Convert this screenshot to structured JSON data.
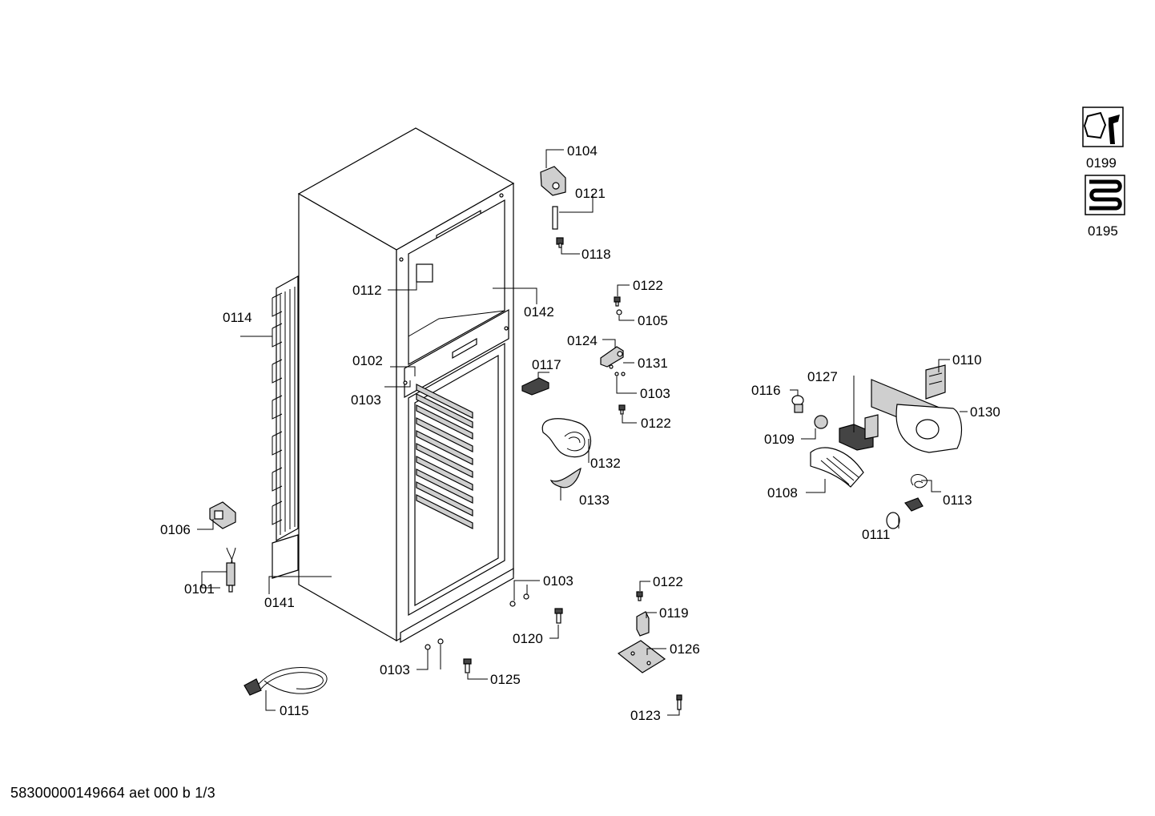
{
  "diagram": {
    "part_labels": {
      "p0104": "0104",
      "p0121": "0121",
      "p0118": "0118",
      "p0112": "0112",
      "p0142": "0142",
      "p0114": "0114",
      "p0122a": "0122",
      "p0105": "0105",
      "p0124": "0124",
      "p0131": "0131",
      "p0103a": "0103",
      "p0122b": "0122",
      "p0102": "0102",
      "p0103b": "0103",
      "p0117": "0117",
      "p0132": "0132",
      "p0133": "0133",
      "p0106": "0106",
      "p0101": "0101",
      "p0141": "0141",
      "p0103c": "0103",
      "p0120": "0120",
      "p0103d": "0103",
      "p0125": "0125",
      "p0122c": "0122",
      "p0119": "0119",
      "p0126": "0126",
      "p0123": "0123",
      "p0115": "0115",
      "p0110": "0110",
      "p0127": "0127",
      "p0116": "0116",
      "p0130": "0130",
      "p0109": "0109",
      "p0108": "0108",
      "p0113": "0113",
      "p0111": "0111"
    },
    "icons": {
      "tools_icon": "tools-icon",
      "tools_label": "0199",
      "coil_icon": "coil-icon",
      "coil_label": "0195"
    }
  },
  "footer": {
    "text": "58300000149664 aet 000 b 1/3"
  }
}
